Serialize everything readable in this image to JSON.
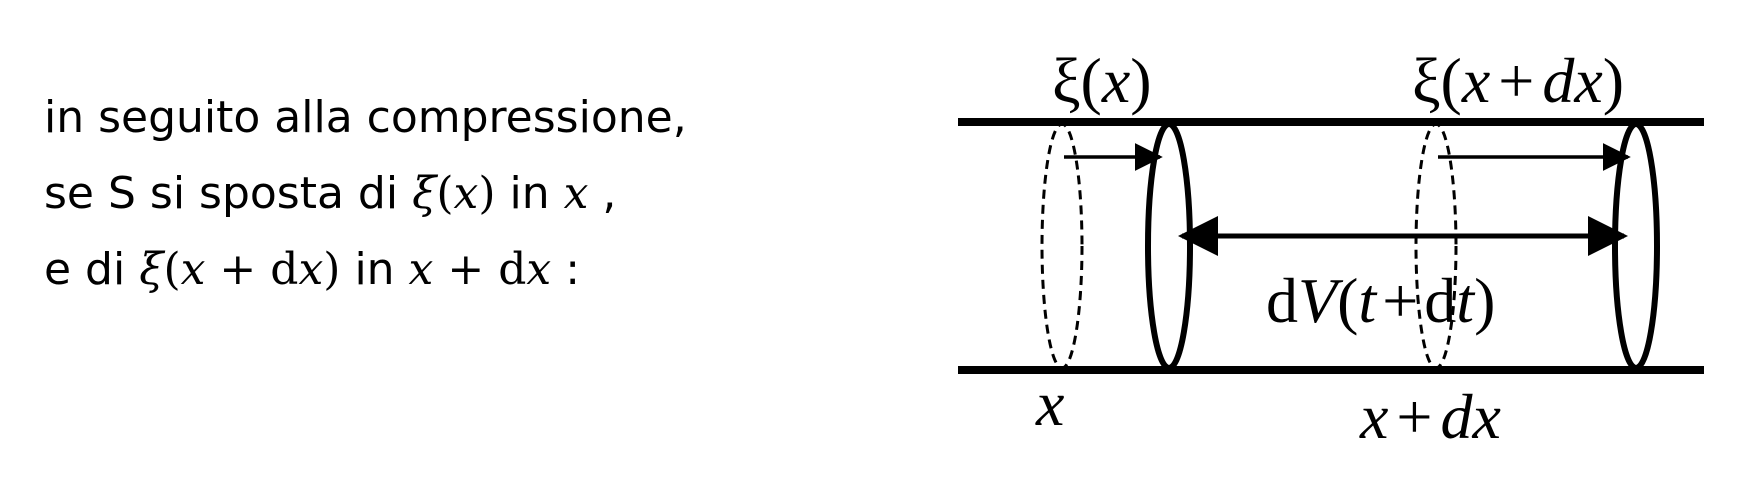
{
  "text": {
    "line1": "in seguito alla compressione,",
    "line2": {
      "prefix": "se S si sposta di ",
      "xi": "ξ",
      "paren_open": "(",
      "var": "x",
      "paren_close": ")",
      "middle": " in ",
      "var2": "x",
      "suffix": " ,"
    },
    "line3": {
      "prefix": "e di ",
      "xi": "ξ",
      "paren_open": "(",
      "var": "x",
      "plus": " + ",
      "d": "d",
      "var_dx": "x",
      "paren_close": ")",
      "middle": " in ",
      "var2": "x",
      "plus2": " + ",
      "d2": "d",
      "var3": "x",
      "suffix": " :"
    }
  },
  "diagram": {
    "label_xi_x": {
      "xi": "ξ",
      "open": "(",
      "x": "x",
      "close": ")"
    },
    "label_xi_x_dx": {
      "xi": "ξ",
      "open": "(",
      "x": "x",
      "plus": "+",
      "dx": "dx",
      "close": ")"
    },
    "label_dV": {
      "d": "d",
      "V": "V",
      "open": "(",
      "t": "t",
      "plus": "+",
      "dt": "d",
      "t2": "t",
      "close": ")"
    },
    "label_x": "x",
    "label_x_dx": {
      "x": "x",
      "plus": "+",
      "dx": "dx"
    }
  }
}
